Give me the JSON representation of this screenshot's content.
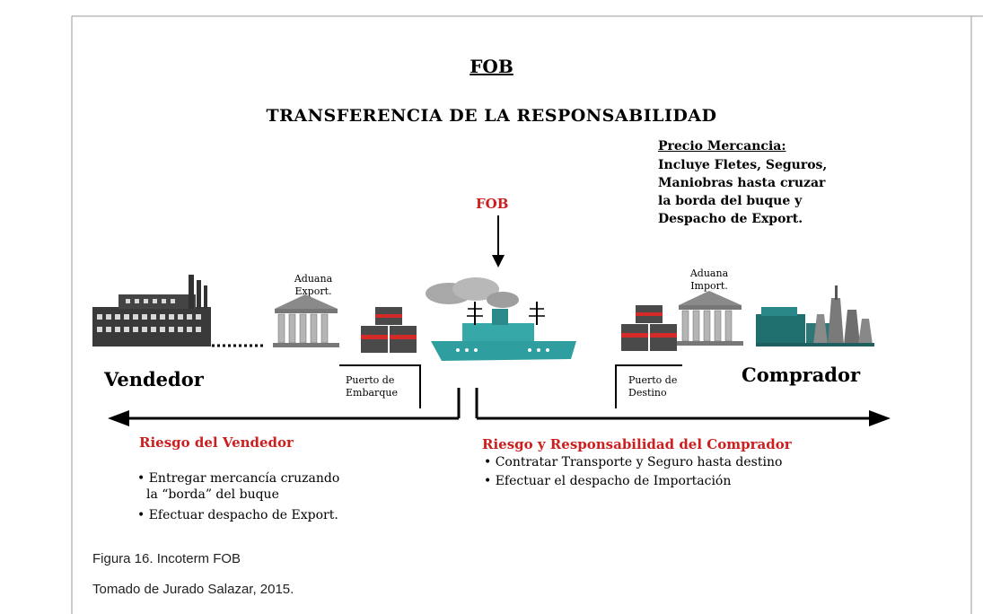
{
  "diagram": {
    "title": "FOB",
    "subtitle": "TRANSFERENCIA DE LA RESPONSABILIDAD",
    "price_box": {
      "heading": "Precio Mercancia:",
      "lines": [
        "Incluye Fletes, Seguros,",
        "Maniobras hasta cruzar",
        "la borda del buque y",
        "Despacho de Export."
      ]
    },
    "fob_marker": "FOB",
    "aduana_export": [
      "Aduana",
      "Export."
    ],
    "aduana_import": [
      "Aduana",
      "Import."
    ],
    "puerto_embarque": [
      "Puerto de",
      "Embarque"
    ],
    "puerto_destino": [
      "Puerto de",
      "Destino"
    ],
    "vendedor": "Vendedor",
    "comprador": "Comprador",
    "seller_risk": {
      "heading": "Riesgo del Vendedor",
      "bullets": [
        "• Entregar mercancía cruzando",
        "la “borda” del buque",
        "• Efectuar despacho de Export."
      ]
    },
    "buyer_risk": {
      "heading": "Riesgo y Responsabilidad del Comprador",
      "bullets": [
        "• Contratar Transporte y Seguro hasta destino",
        "• Efectuar el despacho de Importación"
      ]
    }
  },
  "caption": {
    "figure": "Figura 16. Incoterm FOB",
    "source": "Tomado de Jurado Salazar, 2015."
  },
  "colors": {
    "accent_red": "#cc1f1f",
    "ship": "#2f9e9e",
    "frame": "#888888"
  }
}
